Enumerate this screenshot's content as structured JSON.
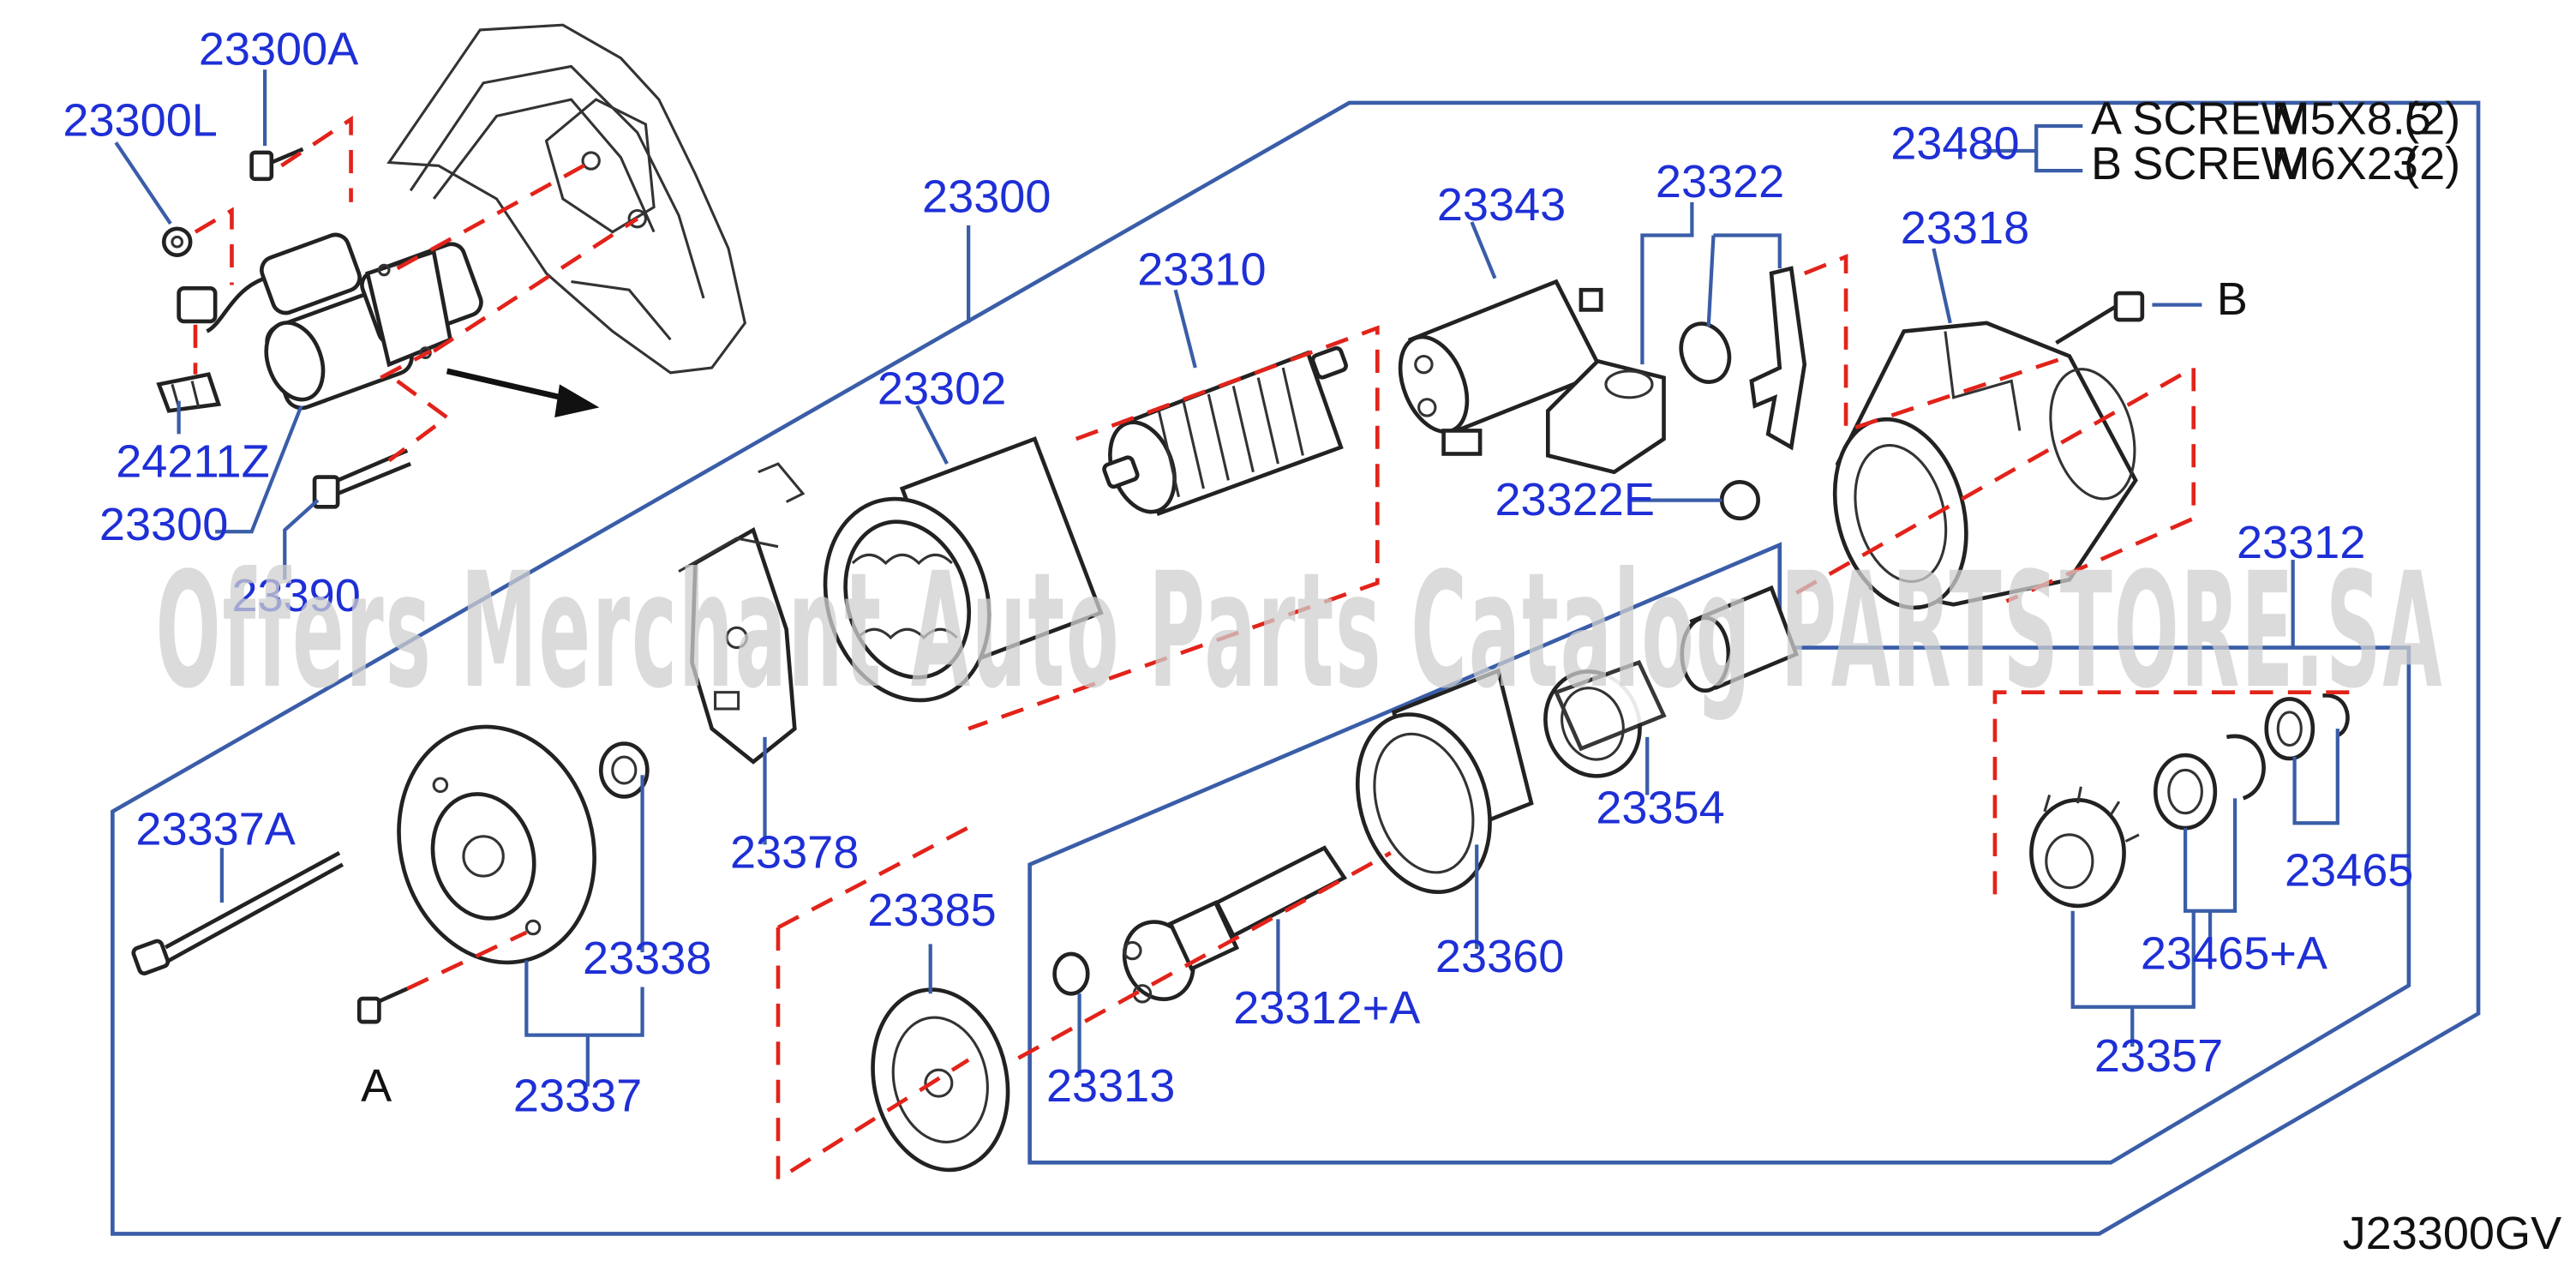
{
  "diagram_code": "J23300GV",
  "watermark": "Offers Merchant Auto Parts Catalog PARTSTORE.SA",
  "labels": {
    "p23300A": "23300A",
    "p23300L": "23300L",
    "p24211Z": "24211Z",
    "p23300_small": "23300",
    "p23390": "23390",
    "p23300_main": "23300",
    "p23310": "23310",
    "p23302": "23302",
    "p23343": "23343",
    "p23322": "23322",
    "p23322E": "23322E",
    "p23318": "23318",
    "p23480": "23480",
    "p23312": "23312",
    "p23337A": "23337A",
    "p23338": "23338",
    "p23337": "23337",
    "p23378": "23378",
    "p23385": "23385",
    "p23313": "23313",
    "p23312A": "23312+A",
    "p23360": "23360",
    "p23354": "23354",
    "p23465": "23465",
    "p23465A": "23465+A",
    "p23357": "23357",
    "ref_A_bolt": "A",
    "ref_B_bolt": "B"
  },
  "screw_table": [
    {
      "ref": "A",
      "name": "SCREW",
      "size": "M5X8.5",
      "qty": "(2)"
    },
    {
      "ref": "B",
      "name": "SCREW",
      "size": "M6X23",
      "qty": "(2)"
    }
  ],
  "colors": {
    "label_blue": "#1e2fd6",
    "frame_line": "#3a5da8",
    "dashed_red": "#e2231a"
  }
}
